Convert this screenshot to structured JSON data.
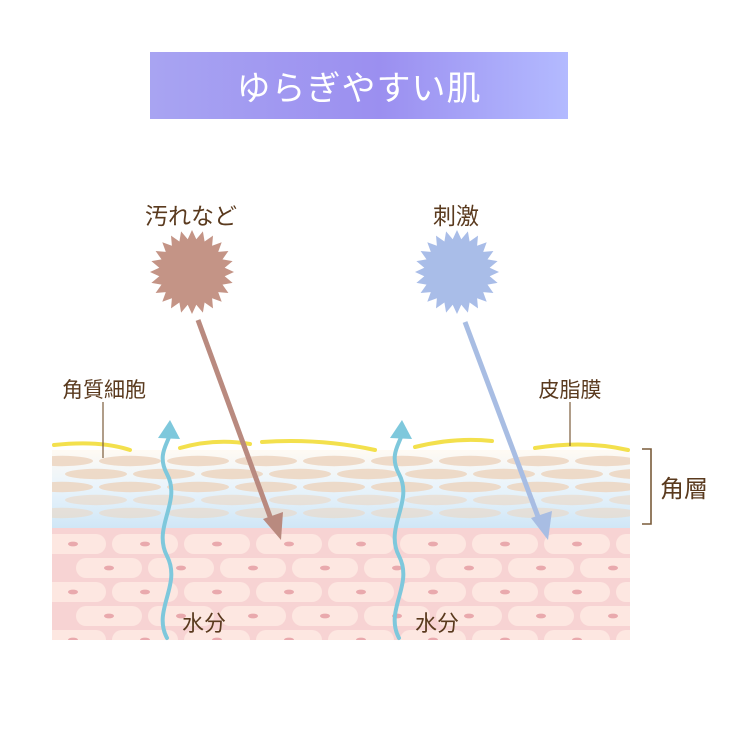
{
  "title": "ゆらぎやすい肌",
  "labels": {
    "dirt": "汚れなど",
    "stimulus": "刺激",
    "corneocyte": "角質細胞",
    "sebum_film": "皮脂膜",
    "stratum_corneum": "角層",
    "moisture_left": "水分",
    "moisture_right": "水分"
  },
  "colors": {
    "title_gradient_start": "#a8a4f2",
    "title_gradient_mid": "#9b8ff0",
    "title_gradient_end": "#b3baff",
    "dirt_star": "#c49486",
    "dirt_arrow": "#b98a7f",
    "stimulus_star": "#a9bde8",
    "stimulus_arrow": "#a8bde3",
    "sebum": "#f3e04d",
    "moisture": "#7ec8dc",
    "epidermis_bg": "#f7d3d3",
    "epidermis_cell": "#fde7e1",
    "cell_nucleus": "#e9a9ad",
    "corneum_cell": "#ecd5bf",
    "bracket": "#7a5b3a",
    "label_text": "#5a3a1e"
  }
}
